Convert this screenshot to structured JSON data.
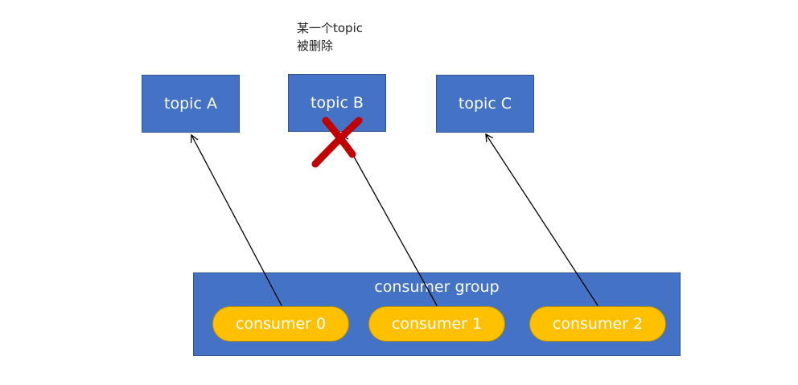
{
  "note": {
    "line1": "某一个topic",
    "line2": "被删除"
  },
  "topics": [
    {
      "label": "topic A"
    },
    {
      "label": "topic B"
    },
    {
      "label": "topic C"
    }
  ],
  "consumer_group": {
    "label": "consumer group",
    "consumers": [
      {
        "label": "consumer 0"
      },
      {
        "label": "consumer 1"
      },
      {
        "label": "consumer 2"
      }
    ]
  },
  "colors": {
    "box_fill": "#4472c4",
    "consumer_fill": "#ffc000",
    "deleted_mark": "#c00000",
    "arrow": "#000000"
  },
  "icons": {
    "deleted_mark": "red-x-icon"
  }
}
